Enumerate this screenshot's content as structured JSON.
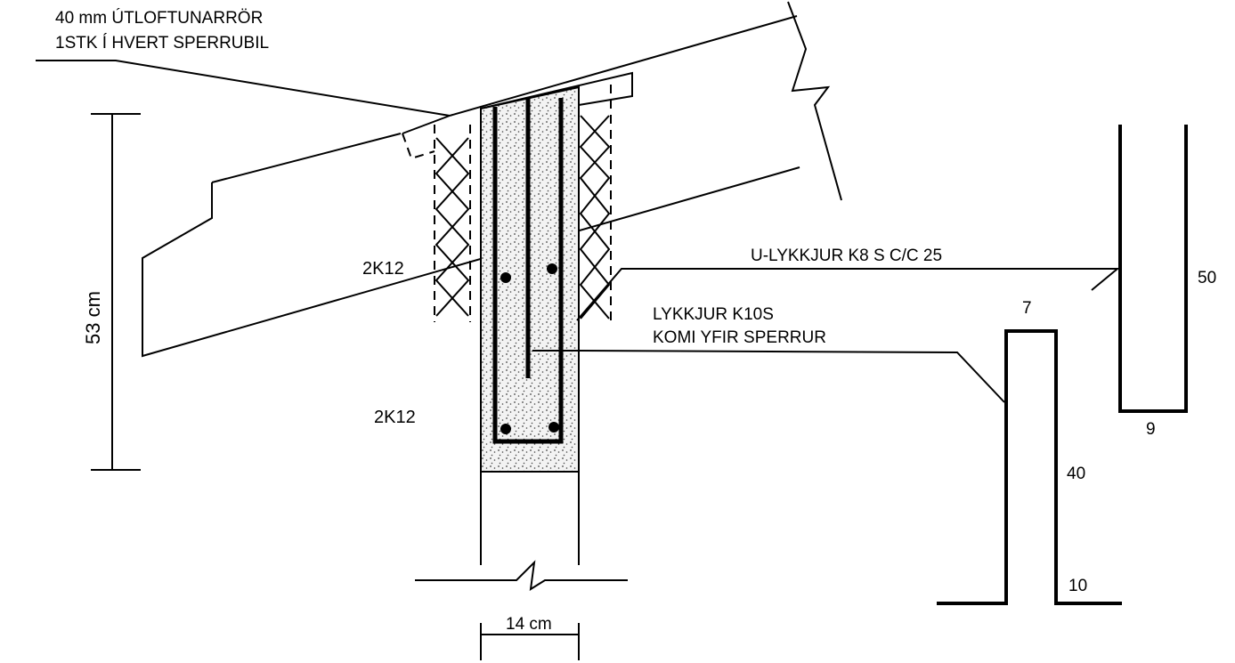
{
  "labels": {
    "vent_line1": "40 mm ÚTLOFTUNARRÖR",
    "vent_line2": "1STK Í HVERT SPERRUBIL",
    "height_dim": "53 cm",
    "rebar_mid": "2K12",
    "rebar_bottom": "2K12",
    "u_loops": "U-LYKKJUR K8 S C/C 25",
    "loops_line1": "LYKKJUR K10S",
    "loops_line2": "KOMI YFIR SPERRUR",
    "width_dim": "14 cm"
  },
  "bending_schedule": {
    "u_loop": {
      "leg_height": "50",
      "width": "9"
    },
    "loop": {
      "top_width": "7",
      "leg_height": "40",
      "foot_length": "10"
    }
  },
  "colors": {
    "line": "#000000",
    "concrete_fill": "#f2f2f2",
    "background": "#ffffff"
  }
}
